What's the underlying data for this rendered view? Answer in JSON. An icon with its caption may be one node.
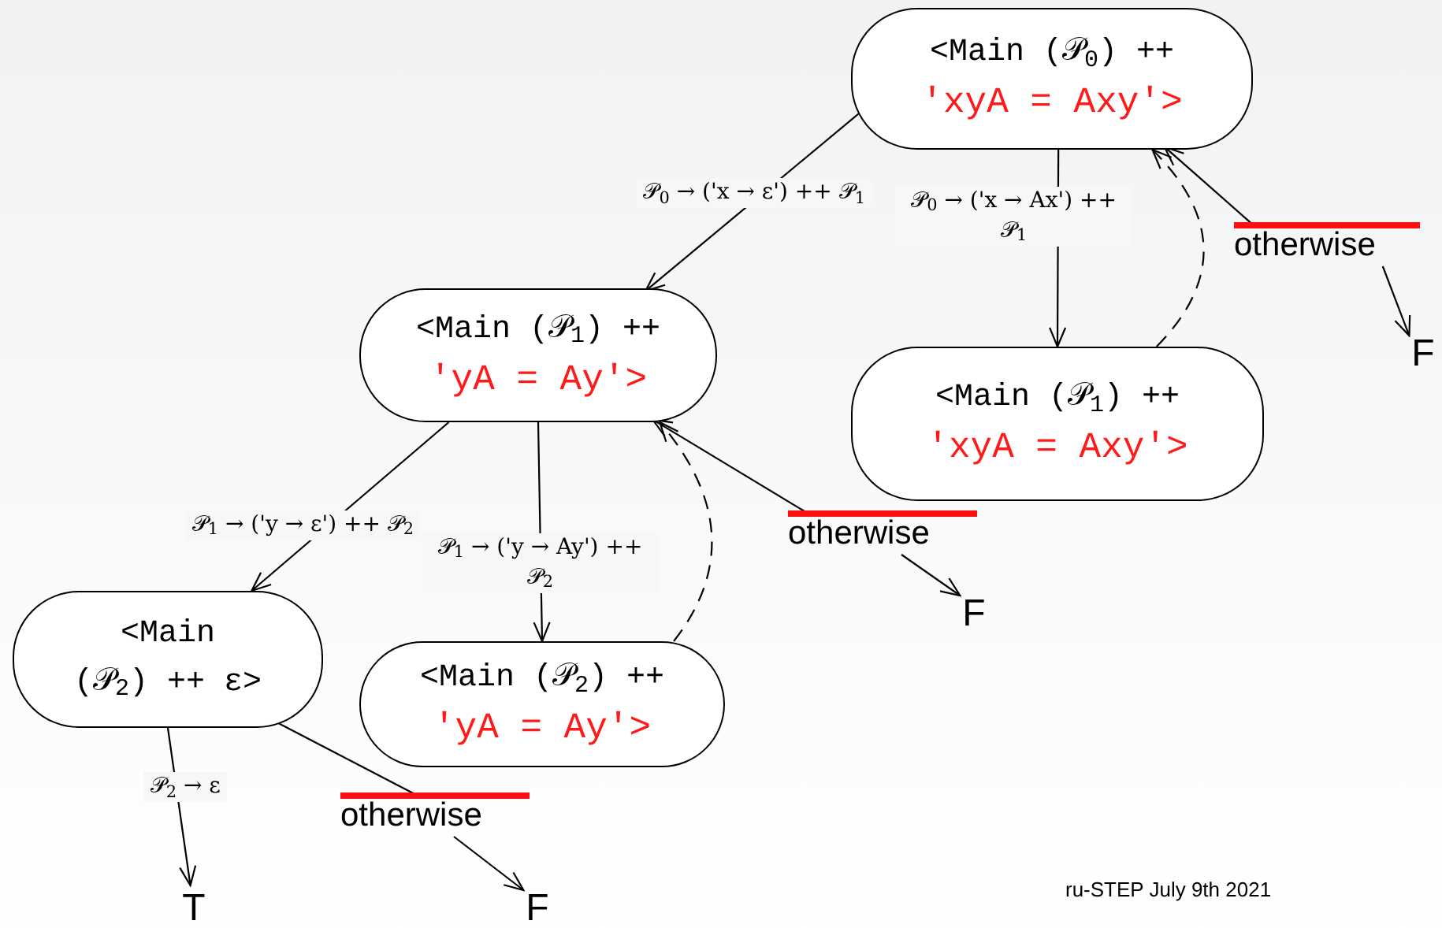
{
  "diagram": {
    "nodes": [
      {
        "text": [
          "<Main (𝒫$_{0}$) ++",
          "'xyA = Axy'>"
        ]
      },
      {
        "text": [
          "otherwise"
        ]
      },
      {
        "text": [
          "<Main (𝒫$_{1}$) ++",
          "'yA = Ay'>"
        ]
      },
      {
        "text": [
          "F"
        ]
      },
      {
        "text": [
          "<Main (𝒫$_{1}$) ++",
          "'xyA = Axy'>"
        ]
      },
      {
        "text": [
          "otherwise"
        ]
      },
      {
        "text": [
          "<Main",
          "(𝒫$_{2}$) ++ ε>"
        ]
      },
      {
        "text": [
          "F"
        ]
      },
      {
        "text": [
          "<Main (𝒫$_{2}$) ++",
          "'yA = Ay'>"
        ]
      },
      {
        "text": [
          "otherwise"
        ]
      },
      {
        "text": [
          "T"
        ]
      },
      {
        "text": [
          "F"
        ]
      }
    ],
    "edges": [
      {
        "from": 0,
        "to": 2,
        "arrow": "to",
        "label": "𝒫$_{0}$ → ('x → ε') ++ 𝒫$_{1}$"
      },
      {
        "from": 0,
        "to": 4,
        "arrow": "to",
        "label": "𝒫$_{0}$ → ('x → Ax') ++ 𝒫$_{1}$"
      },
      {
        "from": 4,
        "to": 0,
        "arrow": "to",
        "style": "dashed"
      },
      {
        "from": 1,
        "to": 0,
        "arrow": "to"
      },
      {
        "from": 1,
        "to": 3,
        "arrow": "to"
      },
      {
        "from": 2,
        "to": 6,
        "arrow": "to",
        "label": "𝒫$_{1}$ → ('y → ε') ++ 𝒫$_{2}$"
      },
      {
        "from": 2,
        "to": 8,
        "arrow": "to",
        "label": "𝒫$_{1}$ → ('y → Ay') ++ 𝒫$_{2}$"
      },
      {
        "from": 8,
        "to": 2,
        "arrow": "to",
        "style": "dashed"
      },
      {
        "from": 5,
        "to": 2,
        "arrow": "to"
      },
      {
        "from": 5,
        "to": 7,
        "arrow": "to"
      },
      {
        "from": 6,
        "to": 10,
        "arrow": "to",
        "label": "𝒫$_{2}$ → ε"
      },
      {
        "from": 6,
        "to": 9,
        "arrow": "none"
      },
      {
        "from": 9,
        "to": 11,
        "arrow": "to"
      }
    ],
    "labels": [
      "ru-STEP July 9th 2021"
    ]
  }
}
